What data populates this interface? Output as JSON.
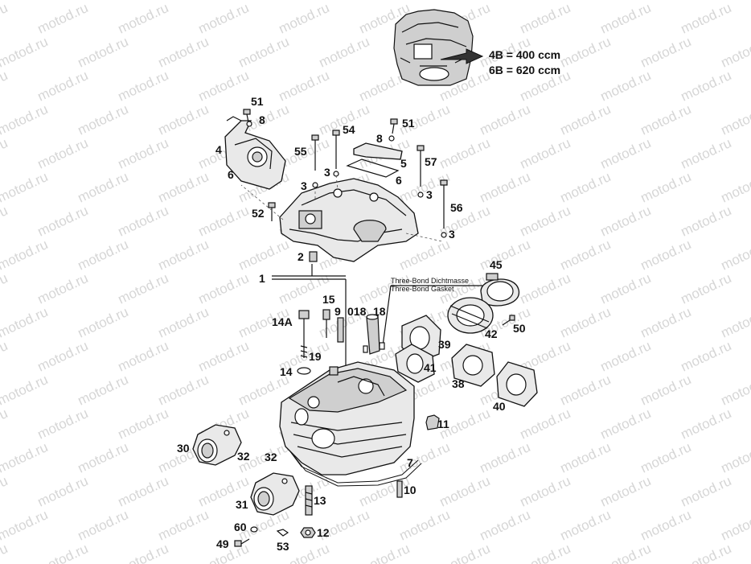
{
  "watermark": {
    "text": "motod.ru"
  },
  "legend": {
    "line1": "4B = 400 ccm",
    "line2": "6B = 620 ccm"
  },
  "note": {
    "line1": "Three-Bond Dichtmasse",
    "line2": "Three-Bond Gasket"
  },
  "parts": [
    {
      "id": "p1",
      "text": "1"
    },
    {
      "id": "p2",
      "text": "2"
    },
    {
      "id": "p3a",
      "text": "3"
    },
    {
      "id": "p3b",
      "text": "3"
    },
    {
      "id": "p3c",
      "text": "3"
    },
    {
      "id": "p3d",
      "text": "3"
    },
    {
      "id": "p4",
      "text": "4"
    },
    {
      "id": "p5",
      "text": "5"
    },
    {
      "id": "p6a",
      "text": "6"
    },
    {
      "id": "p6b",
      "text": "6"
    },
    {
      "id": "p7",
      "text": "7"
    },
    {
      "id": "p8a",
      "text": "8"
    },
    {
      "id": "p8b",
      "text": "8"
    },
    {
      "id": "p9",
      "text": "9"
    },
    {
      "id": "p10",
      "text": "10"
    },
    {
      "id": "p11",
      "text": "11"
    },
    {
      "id": "p12",
      "text": "12"
    },
    {
      "id": "p13",
      "text": "13"
    },
    {
      "id": "p14",
      "text": "14"
    },
    {
      "id": "p14a",
      "text": "14A"
    },
    {
      "id": "p15",
      "text": "15"
    },
    {
      "id": "p18a",
      "text": "018"
    },
    {
      "id": "p18b",
      "text": "18"
    },
    {
      "id": "p19",
      "text": "19"
    },
    {
      "id": "p30",
      "text": "30"
    },
    {
      "id": "p31",
      "text": "31"
    },
    {
      "id": "p32a",
      "text": "32"
    },
    {
      "id": "p32b",
      "text": "32"
    },
    {
      "id": "p38",
      "text": "38"
    },
    {
      "id": "p39",
      "text": "39"
    },
    {
      "id": "p40",
      "text": "40"
    },
    {
      "id": "p41",
      "text": "41"
    },
    {
      "id": "p42",
      "text": "42"
    },
    {
      "id": "p45",
      "text": "45"
    },
    {
      "id": "p49",
      "text": "49"
    },
    {
      "id": "p50",
      "text": "50"
    },
    {
      "id": "p51a",
      "text": "51"
    },
    {
      "id": "p51b",
      "text": "51"
    },
    {
      "id": "p52",
      "text": "52"
    },
    {
      "id": "p53",
      "text": "53"
    },
    {
      "id": "p54",
      "text": "54"
    },
    {
      "id": "p55",
      "text": "55"
    },
    {
      "id": "p56",
      "text": "56"
    },
    {
      "id": "p57",
      "text": "57"
    },
    {
      "id": "p60",
      "text": "60"
    }
  ]
}
